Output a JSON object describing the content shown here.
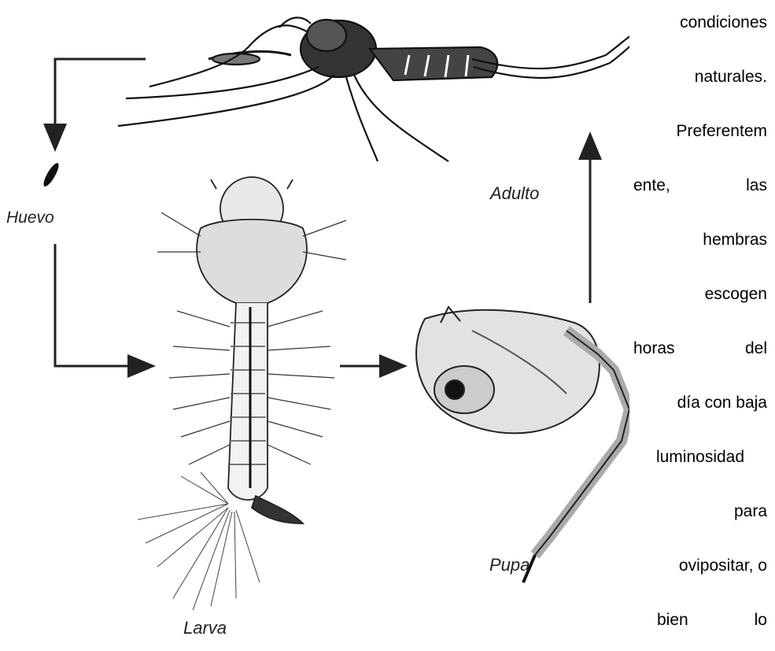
{
  "figure": {
    "labels": {
      "adult": "Adulto",
      "egg": "Huevo",
      "larva": "Larva",
      "pupa": "Pupa"
    }
  },
  "side_text": {
    "lines": [
      "condiciones",
      "naturales.",
      "Preferentem",
      [
        "ente,",
        "las"
      ],
      "hembras",
      "escogen",
      [
        "horas",
        "del"
      ],
      "día con baja",
      "luminosidad",
      "para",
      "ovipositar, o",
      [
        "bien",
        "lo"
      ]
    ]
  }
}
